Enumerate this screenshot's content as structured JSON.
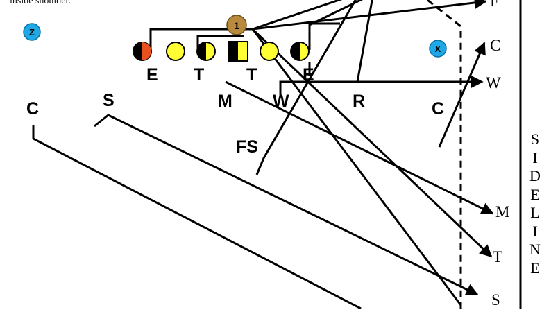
{
  "note": "inside shoulder.",
  "offense_players": {
    "z": "Z",
    "x": "X",
    "qb": "1"
  },
  "defense_labels": {
    "E": "E",
    "T1": "T",
    "T2": "T",
    "E2": "E",
    "M": "M",
    "W": "W",
    "R": "R",
    "C_left": "C",
    "S": "S",
    "C_right": "C",
    "FS": "FS"
  },
  "target_labels": {
    "F": "F",
    "C": "C",
    "W": "W",
    "M": "M",
    "T": "T",
    "S": "S"
  },
  "sideline": "SIDELINE",
  "colors": {
    "ink": "#000000",
    "yellow": "#ffff33",
    "orange": "#e8501e",
    "qb": "#b98a3e",
    "receiver": "#1ea8e6"
  }
}
